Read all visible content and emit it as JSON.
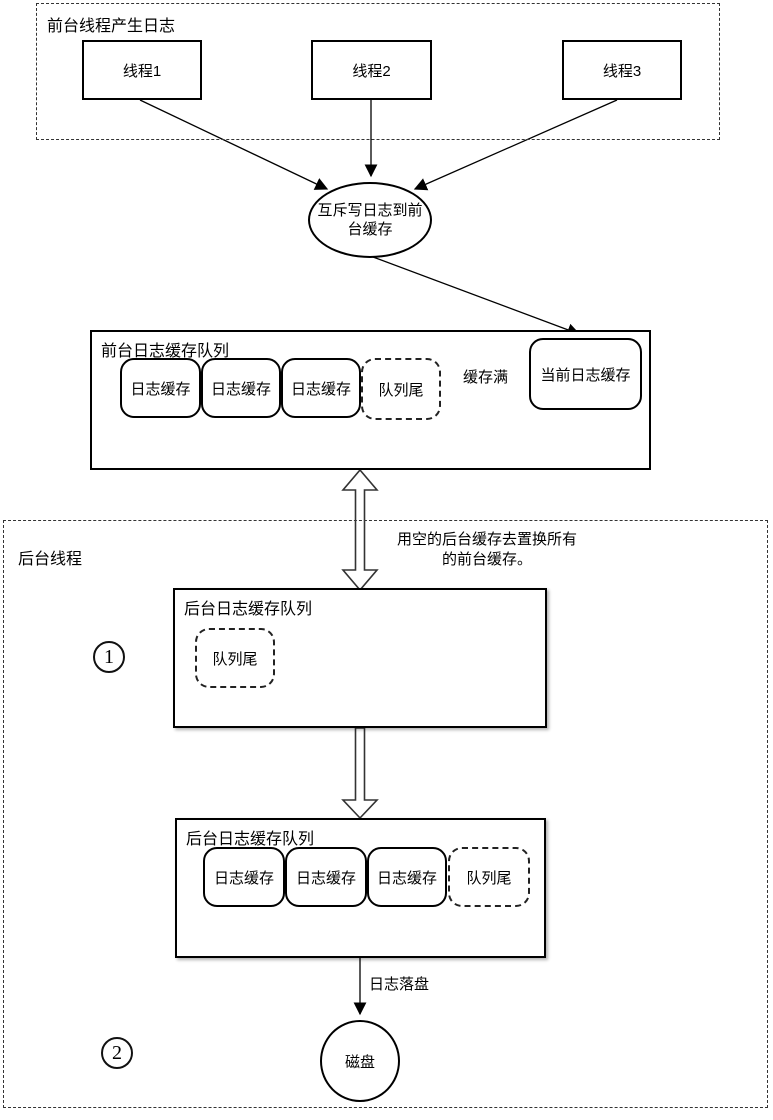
{
  "frontend_group": {
    "label": "前台线程产生日志",
    "threads": [
      {
        "label": "线程1"
      },
      {
        "label": "线程2"
      },
      {
        "label": "线程3"
      }
    ]
  },
  "mutex": {
    "label": "互斥写日志到前台缓存"
  },
  "frontend_queue": {
    "title": "前台日志缓存队列",
    "buffers": [
      "日志缓存",
      "日志缓存",
      "日志缓存"
    ],
    "tail": "队列尾",
    "full_label": "缓存满",
    "current_buffer": "当前日志缓存"
  },
  "swap_note": "用空的后台缓存去置换所有的前台缓存。",
  "backend_group": {
    "label": "后台线程",
    "step1": "1",
    "step2": "2",
    "queue_empty": {
      "title": "后台日志缓存队列",
      "tail": "队列尾"
    },
    "queue_full": {
      "title": "后台日志缓存队列",
      "buffers": [
        "日志缓存",
        "日志缓存",
        "日志缓存"
      ],
      "tail": "队列尾"
    },
    "flush_label": "日志落盘",
    "disk_label": "磁盘"
  }
}
